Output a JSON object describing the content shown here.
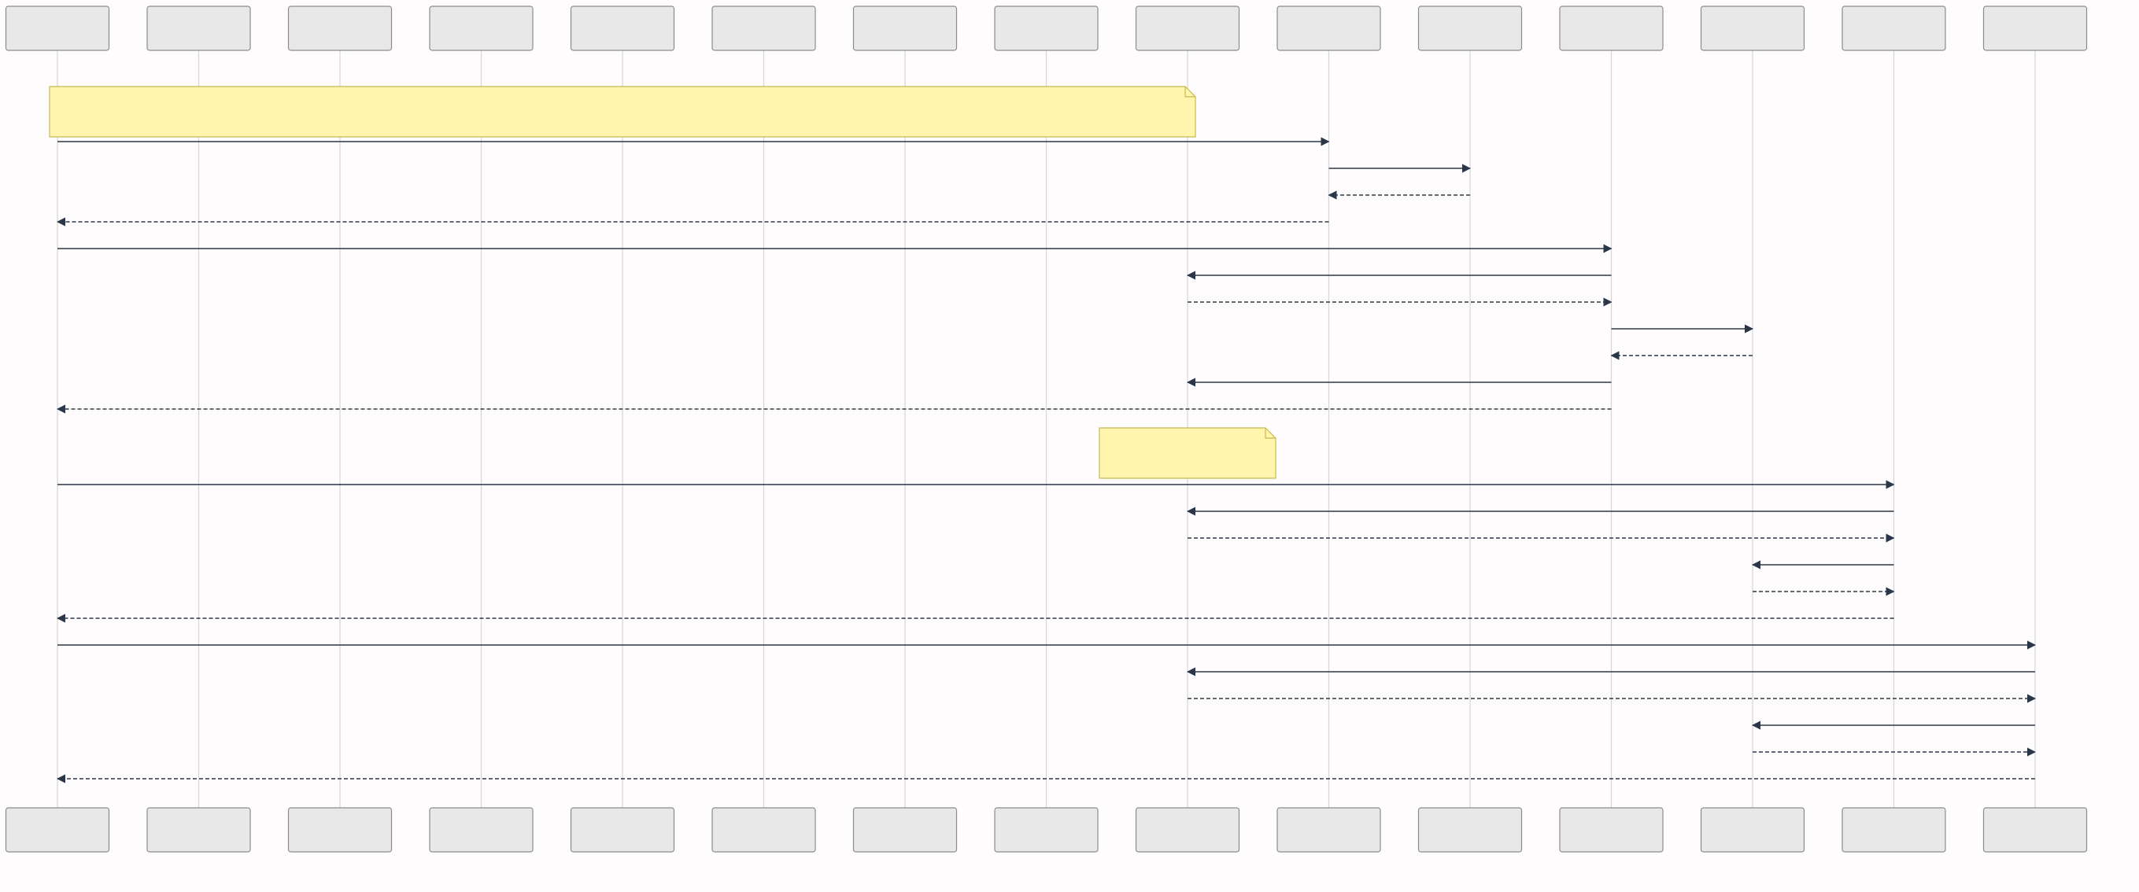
{
  "colors": {
    "background": "#fefcfd",
    "participant_fill": "#e8e8e8",
    "participant_stroke": "#8c8c8c",
    "lifeline": "#d6d6d6",
    "message": "#2b3649",
    "note_fill": "#fff5ad",
    "note_stroke": "#c8b856"
  },
  "participant_count": 15,
  "notes": [
    {
      "text": "",
      "over": [
        0,
        8
      ]
    },
    {
      "text": "",
      "over": [
        8,
        8
      ]
    }
  ],
  "messages": [
    {
      "from": 0,
      "to": 9,
      "style": "solid",
      "label": ""
    },
    {
      "from": 9,
      "to": 10,
      "style": "solid",
      "label": ""
    },
    {
      "from": 10,
      "to": 9,
      "style": "dashed",
      "label": ""
    },
    {
      "from": 9,
      "to": 0,
      "style": "dashed",
      "label": ""
    },
    {
      "from": 0,
      "to": 11,
      "style": "solid",
      "label": ""
    },
    {
      "from": 11,
      "to": 8,
      "style": "solid",
      "label": ""
    },
    {
      "from": 8,
      "to": 11,
      "style": "dashed",
      "label": ""
    },
    {
      "from": 11,
      "to": 12,
      "style": "solid",
      "label": ""
    },
    {
      "from": 12,
      "to": 11,
      "style": "dashed",
      "label": ""
    },
    {
      "from": 11,
      "to": 8,
      "style": "solid",
      "label": ""
    },
    {
      "from": 11,
      "to": 0,
      "style": "dashed",
      "label": ""
    },
    {
      "from": 0,
      "to": 13,
      "style": "solid",
      "label": ""
    },
    {
      "from": 13,
      "to": 8,
      "style": "solid",
      "label": ""
    },
    {
      "from": 8,
      "to": 13,
      "style": "dashed",
      "label": ""
    },
    {
      "from": 13,
      "to": 12,
      "style": "solid",
      "label": ""
    },
    {
      "from": 12,
      "to": 13,
      "style": "dashed",
      "label": ""
    },
    {
      "from": 13,
      "to": 0,
      "style": "dashed",
      "label": ""
    },
    {
      "from": 0,
      "to": 14,
      "style": "solid",
      "label": ""
    },
    {
      "from": 14,
      "to": 8,
      "style": "solid",
      "label": ""
    },
    {
      "from": 8,
      "to": 14,
      "style": "dashed",
      "label": ""
    },
    {
      "from": 14,
      "to": 12,
      "style": "solid",
      "label": ""
    },
    {
      "from": 12,
      "to": 14,
      "style": "dashed",
      "label": ""
    },
    {
      "from": 14,
      "to": 0,
      "style": "dashed",
      "label": ""
    }
  ]
}
